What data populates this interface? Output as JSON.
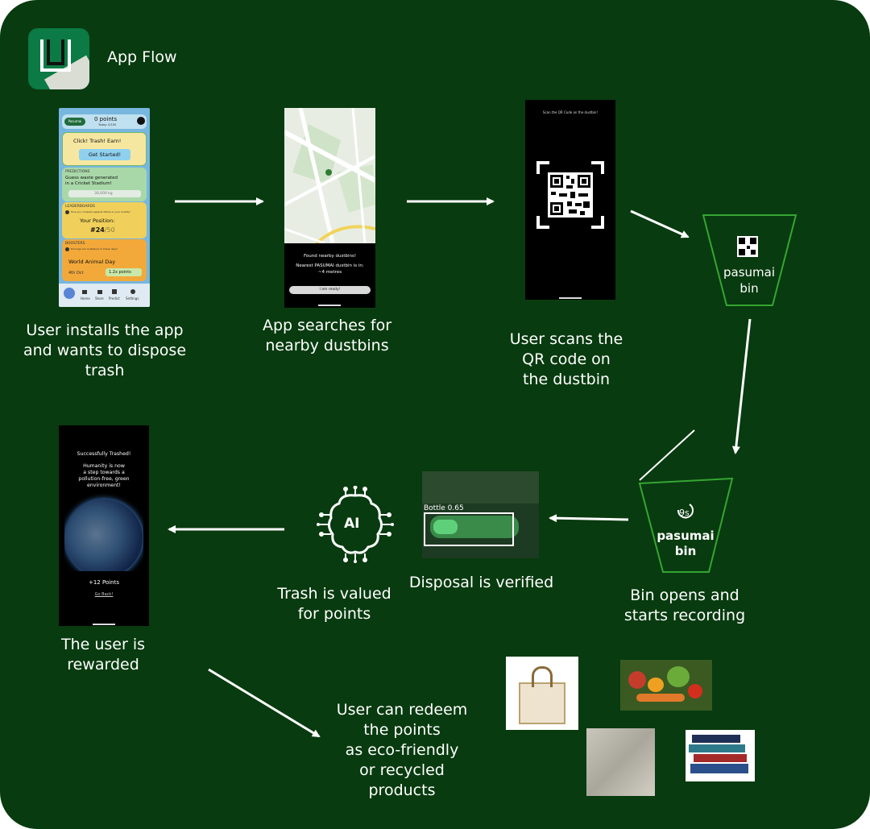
{
  "header": {
    "title": "App Flow"
  },
  "colors": {
    "background": "#083b0f",
    "foreground": "#ffffff",
    "bin_outline": "#35a533",
    "brand_green": "#0b7a45"
  },
  "phone_install": {
    "pill": "Pasumai",
    "points": "0 points",
    "today": "Today: 0/100",
    "card1_title": "Click! Trash! Earn!",
    "card1_button": "Get Started!",
    "card2_label": "PREDICTIONS",
    "card2_line1": "Guess waste generated",
    "card2_line2": "in a Cricket Stadium!",
    "card2_value": "30,000 kg",
    "card3_label": "LEADERBOARDS",
    "card3_sub": "How you compare against others in your locality!",
    "card3_position_label": "Your Position:",
    "card3_rank": "#24",
    "card3_total": "/50",
    "card4_label": "BOOSTERS",
    "card4_sub": "Earnings are multiplied on these days!",
    "card4_event": "World Animal Day",
    "card4_date": "4th Oct",
    "card4_multiplier": "1.2x points",
    "nav": [
      "Home",
      "Store",
      "Predict",
      "Settings"
    ]
  },
  "phone_search": {
    "line1": "Found nearby dustbins!",
    "line2": "Nearest PASUMAI dustbin is in:",
    "line3": "~4 metres",
    "button": "I am ready!"
  },
  "phone_scan": {
    "instruction": "Scan the QR Code on the dustbin!"
  },
  "phone_reward": {
    "line1": "Successfully Trashed!",
    "line2": "Humanity is now",
    "line3": "a step towards a",
    "line4": "pollution-free, green",
    "line5": "environment!",
    "points": "+12 Points",
    "link": "Go Back!"
  },
  "bin_closed": {
    "label1": "pasumai",
    "label2": "bin"
  },
  "bin_open": {
    "timer": "9s",
    "label1": "pasumai",
    "label2": "bin"
  },
  "detection": {
    "label": "Bottle  0.65"
  },
  "ai_icon": {
    "text": "AI"
  },
  "steps": {
    "install": [
      "User installs the app",
      "and wants to dispose",
      "trash"
    ],
    "search": [
      "App searches for",
      "nearby dustbins"
    ],
    "scan": [
      "User scans the",
      "QR code on",
      "the dustbin"
    ],
    "open": [
      "Bin opens and",
      "starts recording"
    ],
    "verify": [
      "Disposal is verified"
    ],
    "value": [
      "Trash is valued",
      "for points"
    ],
    "reward": [
      "The user is",
      "rewarded"
    ],
    "redeem": [
      "User can redeem",
      "the points",
      "as eco-friendly",
      "or recycled",
      "products"
    ]
  },
  "products": [
    "tote-bag",
    "vegetables",
    "fabric",
    "books"
  ]
}
